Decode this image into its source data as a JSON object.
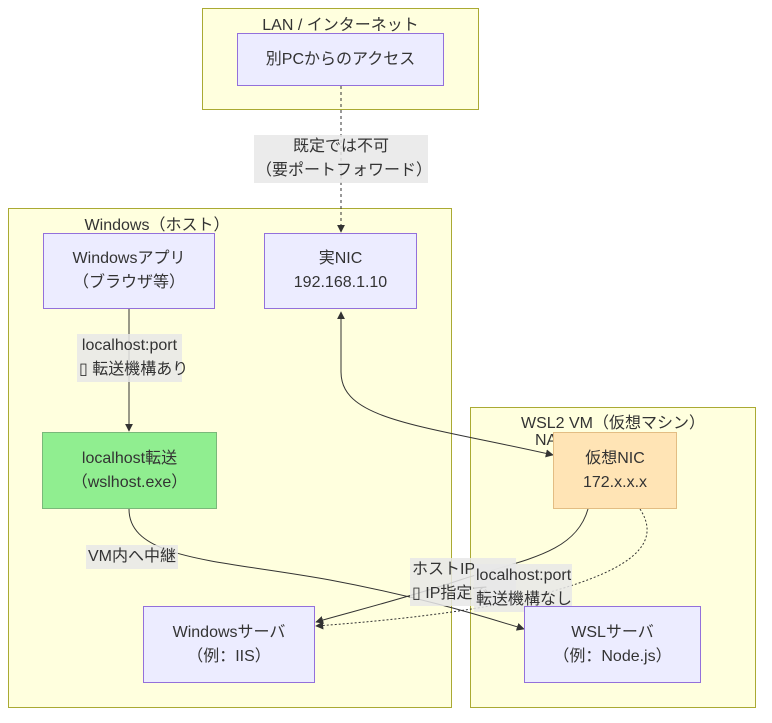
{
  "clusters": {
    "lan": {
      "title": "LAN / インターネット"
    },
    "windows": {
      "title": "Windows（ホスト）"
    },
    "wsl": {
      "title": "WSL2 VM（仮想マシン）",
      "subtitle": "NAT mode"
    }
  },
  "nodes": {
    "other_pc": {
      "line1": "別PCからのアクセス"
    },
    "win_app": {
      "line1": "Windowsアプリ",
      "line2": "（ブラウザ等）"
    },
    "real_nic": {
      "line1": "実NIC",
      "line2": "192.168.1.10"
    },
    "localhost_fwd": {
      "line1": "localhost転送",
      "line2": "（wslhost.exe）"
    },
    "win_server": {
      "line1": "Windowsサーバ",
      "line2": "（例：IIS）"
    },
    "virtual_nic": {
      "line1": "仮想NIC",
      "line2": "172.x.x.x"
    },
    "wsl_server": {
      "line1": "WSLサーバ",
      "line2": "（例：Node.js）"
    }
  },
  "edges": {
    "external_access": {
      "line1": "既定では不可",
      "line2": "（要ポートフォワード）"
    },
    "app_to_forward": {
      "line1": "localhost:port",
      "line2": "▯ 転送機構あり"
    },
    "relay_to_vm": {
      "line1": "VM内へ中継"
    },
    "host_ip": {
      "line1": "ホストIP",
      "line2": "▯ IP指定で"
    },
    "wsl_localhost": {
      "line1": "localhost:port",
      "line2": "転送機構なし"
    }
  },
  "colors": {
    "cluster_fill": "#ffffde",
    "cluster_border": "#aaaa33",
    "node_fill": "#ececff",
    "node_border": "#9370db",
    "forward_fill": "#90ee90",
    "virtual_nic_fill": "#ffe4b5",
    "edge": "#333333"
  }
}
